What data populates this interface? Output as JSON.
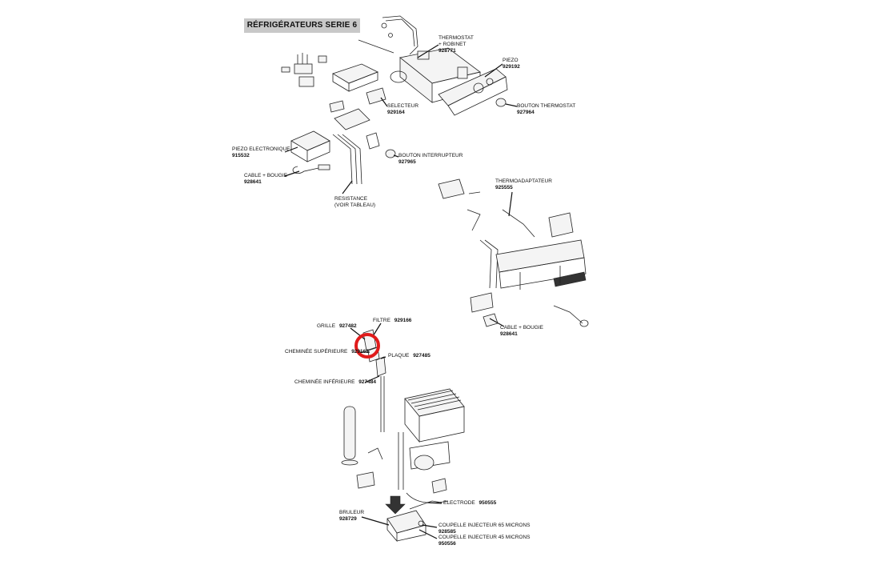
{
  "title": "RÉFRIGÉRATEURS SERIE 6",
  "highlight_color": "#e01b1b",
  "parts": [
    {
      "id": "thermostat",
      "name_lines": [
        "THERMOSTAT",
        "+ ROBINET"
      ],
      "code": "928771"
    },
    {
      "id": "piezo",
      "name_lines": [
        "PIEZO"
      ],
      "code": "929192"
    },
    {
      "id": "bouton-thermostat",
      "name_lines": [
        "BOUTON THERMOSTAT"
      ],
      "code": "927964"
    },
    {
      "id": "selecteur",
      "name_lines": [
        "SELECTEUR"
      ],
      "code": "929164"
    },
    {
      "id": "piezo-electronique",
      "name_lines": [
        "PIEZO ELECTRONIQUE"
      ],
      "code": "915532"
    },
    {
      "id": "bouton-interrupteur",
      "name_lines": [
        "BOUTON INTERRUPTEUR"
      ],
      "code": "927965"
    },
    {
      "id": "cable-bougie-1",
      "name_lines": [
        "CABLE + BOUGIE"
      ],
      "code": "928641"
    },
    {
      "id": "resistance",
      "name_lines": [
        "RESISTANCE",
        "(VOIR TABLEAU)"
      ],
      "code": ""
    },
    {
      "id": "thermoadaptateur",
      "name_lines": [
        "THERMOADAPTATEUR"
      ],
      "code": "925555"
    },
    {
      "id": "cable-bougie-2",
      "name_lines": [
        "CABLE + BOUGIE"
      ],
      "code": "928641"
    },
    {
      "id": "grille",
      "name_lines": [
        "GRILLE"
      ],
      "code": "927482"
    },
    {
      "id": "filtre",
      "name_lines": [
        "FILTRE"
      ],
      "code": "929166"
    },
    {
      "id": "cheminee-superieure",
      "name_lines": [
        "CHEMINÉE SUPÉRIEURE"
      ],
      "code": "929165"
    },
    {
      "id": "plaque",
      "name_lines": [
        "PLAQUE"
      ],
      "code": "927485"
    },
    {
      "id": "cheminee-inferieure",
      "name_lines": [
        "CHEMINÉE INFÉRIEURE"
      ],
      "code": "927484"
    },
    {
      "id": "electrode",
      "name_lines": [
        "ELECTRODE"
      ],
      "code": "950555"
    },
    {
      "id": "bruleur",
      "name_lines": [
        "BRULEUR"
      ],
      "code": "928729"
    },
    {
      "id": "coupelle-65",
      "name_lines": [
        "COUPELLE INJECTEUR 65 MICRONS"
      ],
      "code": "928585"
    },
    {
      "id": "coupelle-45",
      "name_lines": [
        "COUPELLE INJECTEUR 45 MICRONS"
      ],
      "code": "950556"
    }
  ]
}
